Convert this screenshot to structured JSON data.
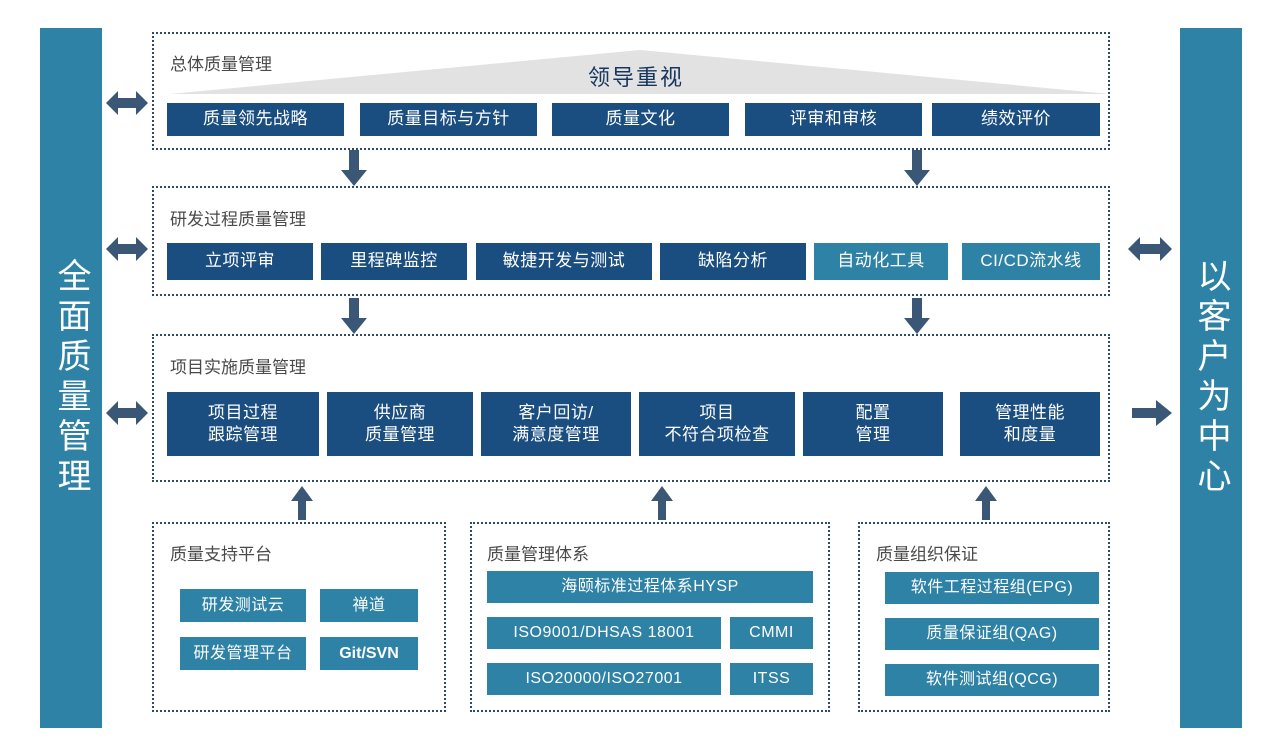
{
  "colors": {
    "navy": "#1A4E80",
    "teal": "#2E82A6",
    "arrow": "#3A5876",
    "panel_border": "#2E4A6B",
    "triangle": "#E2E2E2",
    "triangle_label": "#17365D",
    "panel_title": "#4A4A4A"
  },
  "pillars": {
    "left": {
      "label": "全面质量管理"
    },
    "right": {
      "label": "以客户为中心"
    }
  },
  "triangle": {
    "label": "领导重视"
  },
  "sections": [
    {
      "id": "overall-quality-management",
      "title": "总体质量管理",
      "boxes": [
        {
          "label": "质量领先战略",
          "style": "navy"
        },
        {
          "label": "质量目标与方针",
          "style": "navy"
        },
        {
          "label": "质量文化",
          "style": "navy"
        },
        {
          "label": "评审和审核",
          "style": "navy"
        },
        {
          "label": "绩效评价",
          "style": "navy"
        }
      ]
    },
    {
      "id": "rd-process-quality-management",
      "title": "研发过程质量管理",
      "boxes": [
        {
          "label": "立项评审",
          "style": "navy"
        },
        {
          "label": "里程碑监控",
          "style": "navy"
        },
        {
          "label": "敏捷开发与测试",
          "style": "navy"
        },
        {
          "label": "缺陷分析",
          "style": "navy"
        },
        {
          "label": "自动化工具",
          "style": "teal"
        },
        {
          "label": "CI/CD流水线",
          "style": "teal"
        }
      ]
    },
    {
      "id": "project-implementation-quality-management",
      "title": "项目实施质量管理",
      "boxes": [
        {
          "label": "项目过程\n跟踪管理",
          "style": "navy"
        },
        {
          "label": "供应商\n质量管理",
          "style": "navy"
        },
        {
          "label": "客户回访/\n满意度管理",
          "style": "navy"
        },
        {
          "label": "项目\n不符合项检查",
          "style": "navy"
        },
        {
          "label": "配置\n管理",
          "style": "navy"
        },
        {
          "label": "管理性能\n和度量",
          "style": "navy"
        }
      ]
    }
  ],
  "bottom_panels": [
    {
      "id": "quality-support-platform",
      "title": "质量支持平台",
      "boxes": [
        {
          "label": "研发测试云",
          "style": "teal",
          "bold": false
        },
        {
          "label": "禅道",
          "style": "teal",
          "bold": false
        },
        {
          "label": "研发管理平台",
          "style": "teal",
          "bold": false
        },
        {
          "label": "Git/SVN",
          "style": "teal",
          "bold": true
        }
      ]
    },
    {
      "id": "quality-management-system",
      "title": "质量管理体系",
      "boxes": [
        {
          "label": "海颐标准过程体系HYSP",
          "style": "teal",
          "bold": false
        },
        {
          "label": "ISO9001/DHSAS 18001",
          "style": "teal",
          "bold": false
        },
        {
          "label": "CMMI",
          "style": "teal",
          "bold": false
        },
        {
          "label": "ISO20000/ISO27001",
          "style": "teal",
          "bold": false
        },
        {
          "label": "ITSS",
          "style": "teal",
          "bold": false
        }
      ]
    },
    {
      "id": "quality-organization-assurance",
      "title": "质量组织保证",
      "boxes": [
        {
          "label": "软件工程过程组(EPG)",
          "style": "teal",
          "bold": false
        },
        {
          "label": "质量保证组(QAG)",
          "style": "teal",
          "bold": false
        },
        {
          "label": "软件测试组(QCG)",
          "style": "teal",
          "bold": false
        }
      ]
    }
  ],
  "arrows": {
    "left_bidirectional": [
      {
        "name": "arrow-left-row1"
      },
      {
        "name": "arrow-left-row2"
      },
      {
        "name": "arrow-left-row3"
      }
    ],
    "right": [
      {
        "name": "arrow-right-row2",
        "kind": "bidirectional"
      },
      {
        "name": "arrow-right-row3",
        "kind": "single-right"
      }
    ],
    "down": [
      {
        "name": "arrow-down-row1-left"
      },
      {
        "name": "arrow-down-row1-right"
      },
      {
        "name": "arrow-down-row2-left"
      },
      {
        "name": "arrow-down-row2-right"
      }
    ],
    "up": [
      {
        "name": "arrow-up-support-platform"
      },
      {
        "name": "arrow-up-management-system"
      },
      {
        "name": "arrow-up-organization-assurance"
      }
    ]
  }
}
